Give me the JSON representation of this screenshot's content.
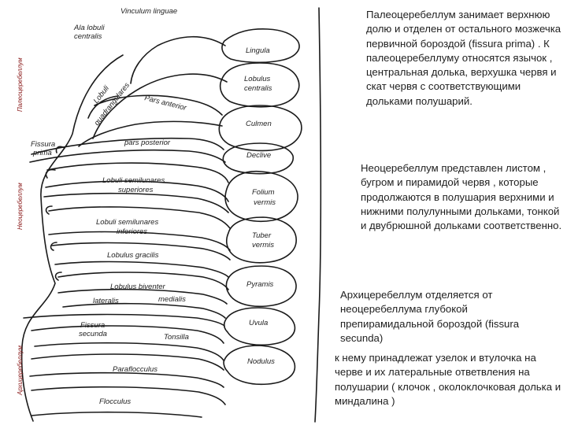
{
  "diagram": {
    "side_labels": {
      "paleo": "Палеоцеребеллум",
      "neo": "Неоцеребеллум",
      "archi": "Архицеребеллум"
    },
    "labels": {
      "vinculum": "Vinculum linguae",
      "ala1": "Ala lobuli",
      "ala2": "centralis",
      "lingula": "Lingula",
      "lobulus_centralis1": "Lobulus",
      "lobulus_centralis2": "centralis",
      "quad1": "Lobuli",
      "quad2": "quadrangulares",
      "pars_anterior": "Pars anterior",
      "culmen": "Culmen",
      "fissura_prima1": "Fissura",
      "fissura_prima2": "prima",
      "pars_posterior": "pars posterior",
      "declive": "Declive",
      "semilunares_sup1": "Lobuli semilunares",
      "semilunares_sup2": "superiores",
      "folium1": "Folium",
      "folium2": "vermis",
      "semilunares_inf1": "Lobuli semilunares",
      "semilunares_inf2": "inferiores",
      "tuber1": "Tuber",
      "tuber2": "vermis",
      "gracilis": "Lobulus gracilis",
      "biventer": "Lobulus biventer",
      "lateralis": "lateralis",
      "medialis": "medialis",
      "pyramis": "Pyramis",
      "fissura_secunda1": "Fissura",
      "fissura_secunda2": "secunda",
      "uvula": "Uvula",
      "tonsilla": "Tonsilla",
      "nodulus": "Nodulus",
      "paraflocculus": "Paraflocculus",
      "flocculus": "Flocculus"
    }
  },
  "text_blocks": {
    "paleo": "Палеоцеребеллум занимает верхнюю долю и отделен от остального мозжечка первичной бороздой (fissura prima) . К палеоцеребеллуму относятся язычок , центральная долька, верхушка червя и скат червя с соответствующими дольками полушарий.",
    "neo": "Неоцеребеллум представлен листом , бугром и пирамидой червя , которые продолжаются в полушария верхними и нижними полулунными дольками, тонкой и двубрюшной дольками соответственно.",
    "archi": "Архицеребеллум отделяется от неоцеребеллума глубокой препирамидальной бороздой (fissura secunda)",
    "archi2": "к нему принадлежат узелок и втулочка на черве и их латеральные ответвления на полушарии ( клочок , околоклочковая долька и миндалина )"
  }
}
